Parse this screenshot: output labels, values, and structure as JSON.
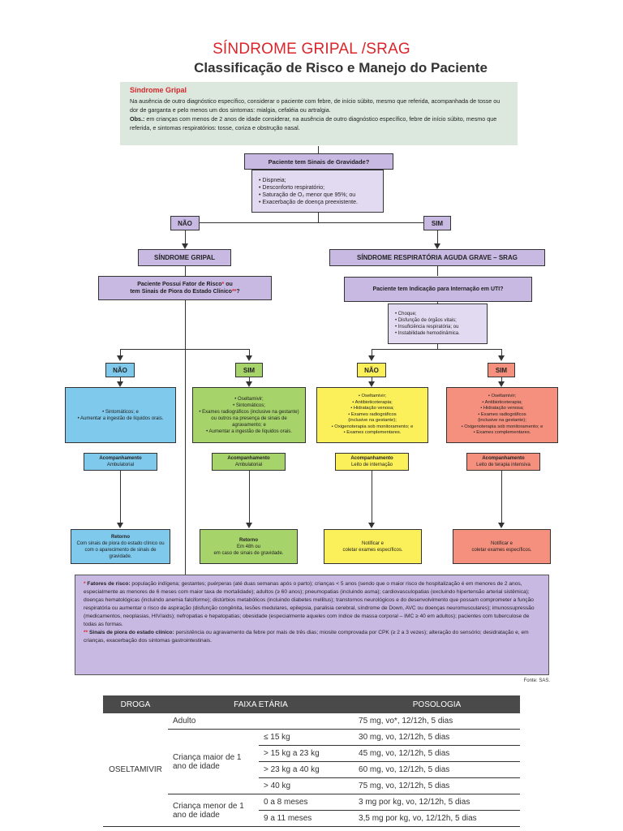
{
  "header": {
    "title": "SÍNDROME GRIPAL /SRAG",
    "subtitle": "Classificação de Risco e Manejo do Paciente"
  },
  "intro": {
    "heading": "Síndrome Gripal",
    "text": "Na ausência de outro diagnóstico específico, considerar o paciente com febre, de início súbito, mesmo que referida, acompanhada de tosse ou dor de garganta e pelo menos um dos sintomas: mialgia, cefaléia ou artralgia.",
    "obs_label": "Obs.:",
    "obs_text": "em crianças com menos de 2 anos de idade considerar, na ausência de outro diagnóstico específico, febre de início súbito, mesmo que referida, e sintomas respiratórios: tosse, coriza e obstrução nasal."
  },
  "flow": {
    "question_gravidade": "Paciente tem Sinais de Gravidade?",
    "gravidade_list": [
      "• Dispneia;",
      "• Desconforto respiratório;",
      "• Saturação de O₂ menor que 95%; ou",
      "• Exacerbação de doença preexistente."
    ],
    "nao": "NÃO",
    "sim": "SIM",
    "sindrome_gripal": "SÍNDROME GRIPAL",
    "srag": "SÍNDROME RESPIRATÓRIA AGUDA GRAVE – SRAG",
    "question_risco_1": "Paciente Possui Fator de Risco",
    "question_risco_star": "*",
    "question_risco_2": " ou",
    "question_risco_3": "tem Sinais de Piora do Estado Clínico",
    "question_risco_stars": "**",
    "question_risco_4": "?",
    "question_uti": "Paciente tem Indicação para Internação em UTI?",
    "uti_list": [
      "• Choque;",
      "• Disfunção de órgãos vitais;",
      "• Insuficiência respiratória; ou",
      "• Instabilidade hemodinâmica."
    ],
    "col1": {
      "label": "NÃO",
      "treatment": [
        "• Sintomáticos; e",
        "• Aumentar a ingestão de líquidos orais."
      ],
      "acomp_title": "Acompanhamento",
      "acomp_sub": "Ambulatorial",
      "end_title": "Retorno",
      "end_text": "Com sinais de piora do estado clínico ou com o aparecimento de sinais de gravidade."
    },
    "col2": {
      "label": "SIM",
      "treatment": [
        "• Oseltamivir;",
        "• Sintomáticos;",
        "• Exames radiográficos (inclusive na gestante) ou outros na presença de sinais de agravamento; e",
        "• Aumentar a ingestão de líquidos orais."
      ],
      "acomp_title": "Acompanhamento",
      "acomp_sub": "Ambulatorial",
      "end_title": "Retorno",
      "end_text1": "Em 48h ou",
      "end_text2": "em caso de sinais de gravidade."
    },
    "col3": {
      "label": "NÃO",
      "treatment": [
        "• Oseltamivir;",
        "• Antibioticoterapia;",
        "• Hidratação venosa;",
        "• Exames radiográficos",
        "(inclusive na gestante);",
        "• Oxigenoterapia sob monitoramento; e",
        "• Exames complementares."
      ],
      "acomp_title": "Acompanhamento",
      "acomp_sub": "Leito de internação",
      "end_text1": "Notificar e",
      "end_text2": "coletar exames específicos."
    },
    "col4": {
      "label": "SIM",
      "treatment": [
        "• Oseltamivir;",
        "• Antibioticoterapia;",
        "• Hidratação venosa;",
        "• Exames radiográficos",
        "(inclusive na gestante);",
        "• Oxigenoterapia sob monitoramento; e",
        "• Exames complementares."
      ],
      "acomp_title": "Acompanhamento",
      "acomp_sub": "Leito de terapia intensiva",
      "end_text1": "Notificar e",
      "end_text2": "coletar exames específicos."
    }
  },
  "notes": {
    "star1": "*",
    "risk_label": "Fatores de risco:",
    "risk_text": "população indígena; gestantes; puérperas (até duas semanas após o parto); crianças < 5 anos (sendo que o maior risco de hospitalização é em menores de 2 anos, especialmente as menores de 6 meses com maior taxa de mortalidade); adultos (≥ 60 anos); pneumopatias (incluindo asma); cardiovasculopatias (excluindo hipertensão arterial sistêmica); doenças hematológicas (incluindo anemia falciforme); distúrbios metabólicos (incluindo diabetes mellitus); transtornos neurológicos e do desenvolvimento que possam comprometer a função respiratória ou aumentar o risco de aspiração (disfunção congênita, lesões medulares, epilepsia, paralisia cerebral, síndrome de Down, AVC ou doenças neuromusculares); imunossupressão (medicamentos, neoplasias, HIV/aids); nefropatias e hepatopatias; obesidade (especialmente aqueles com índice de massa corporal – IMC ≥ 40 em adultos); pacientes com tuberculose de todas as formas.",
    "star2": "**",
    "piora_label": "Sinais de piora do estado clínico:",
    "piora_text": "persistência ou agravamento da febre por mais de três dias; miosite comprovada por CPK (≥ 2 a 3 vezes); alteração do sensório; desidratação e, em crianças, exacerbação dos sintomas gastrointestinais."
  },
  "fonte": "Fonte: SAS.",
  "table": {
    "headers": [
      "DROGA",
      "FAIXA ETÁRIA",
      "POSOLOGIA"
    ],
    "drug": "OSELTAMIVIR",
    "adult_label": "Adulto",
    "adult_dose": "75 mg, vo*, 12/12h, 5 dias",
    "child_over_label": "Criança maior de 1 ano de idade",
    "child_over_rows": [
      {
        "range": "≤ 15 kg",
        "dose": "30 mg, vo, 12/12h, 5 dias"
      },
      {
        "range": "> 15 kg a 23 kg",
        "dose": "45 mg, vo, 12/12h, 5 dias"
      },
      {
        "range": "> 23 kg a 40 kg",
        "dose": "60 mg, vo, 12/12h, 5 dias"
      },
      {
        "range": "> 40 kg",
        "dose": "75 mg, vo, 12/12h, 5 dias"
      }
    ],
    "child_under_label": "Criança menor de 1 ano de idade",
    "child_under_rows": [
      {
        "range": "0 a 8 meses",
        "dose": "3 mg por kg, vo, 12/12h, 5 dias"
      },
      {
        "range": "9 a 11 meses",
        "dose": "3,5 mg por kg, vo, 12/12h, 5 dias"
      }
    ]
  }
}
